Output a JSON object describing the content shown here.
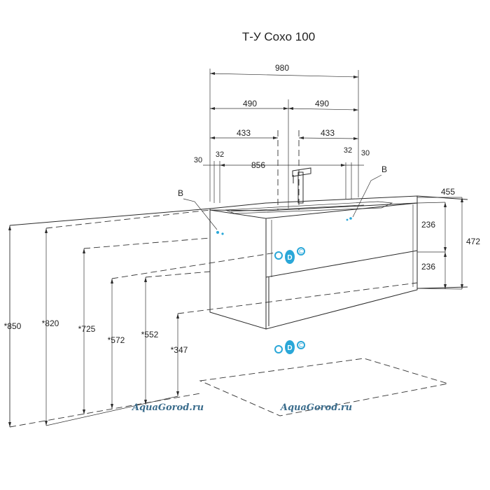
{
  "title": "Т-У Coxo 100",
  "dims": {
    "total_width": "980",
    "half_left": "490",
    "half_right": "490",
    "inner_left": "433",
    "inner_right": "433",
    "edge_left": "30",
    "edge_right": "30",
    "offset_left": "32",
    "offset_right": "32",
    "center_span": "856",
    "depth": "455",
    "drawer_top": "236",
    "drawer_bottom": "236",
    "height": "472"
  },
  "heights": {
    "h850": "*850",
    "h820": "*820",
    "h725": "*725",
    "h572": "*572",
    "h552": "*552",
    "h347": "*347"
  },
  "markers": {
    "left": "B",
    "right": "B"
  },
  "connection_letters": {
    "d1": "D",
    "c1": "C",
    "d2": "D",
    "c2": "C"
  },
  "watermarks": [
    "AquaGorod.ru",
    "AquaGorod.ru"
  ],
  "colors": {
    "connector": "#2aa7d8",
    "watermark": "#3a6c8c",
    "line": "#2a2a2a"
  }
}
